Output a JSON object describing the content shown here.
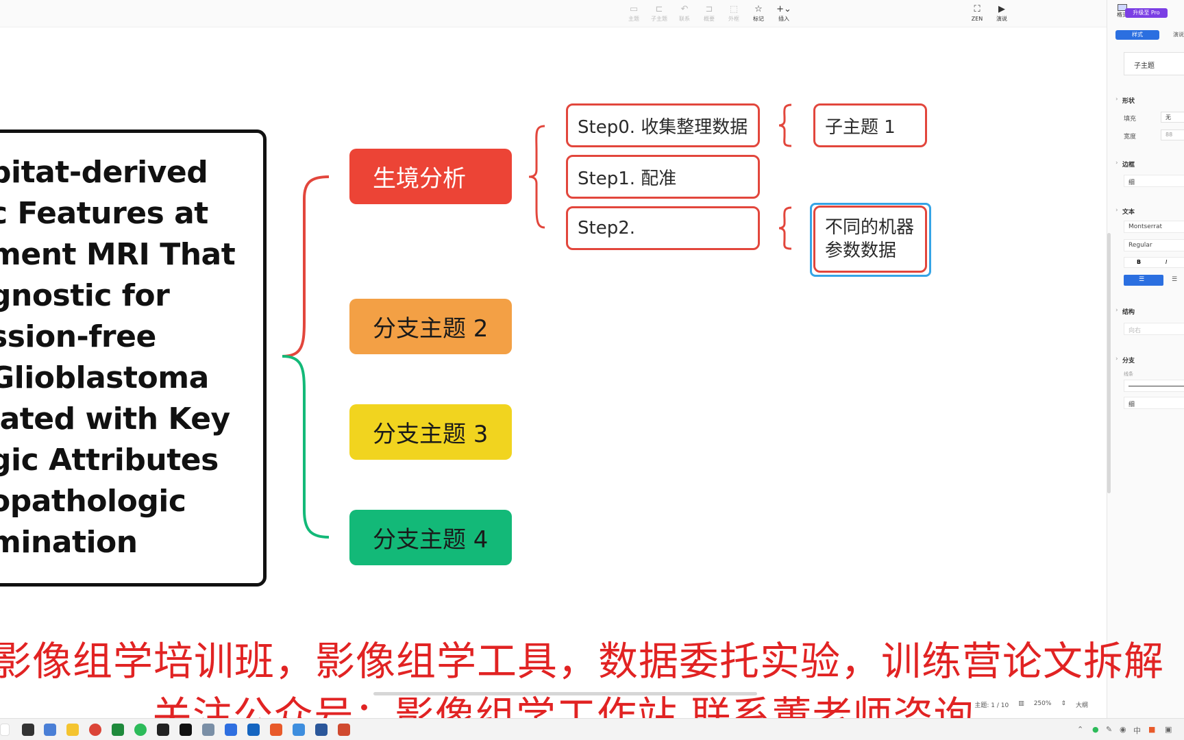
{
  "toolbar": {
    "items": [
      {
        "label": "主题",
        "icon": "topic-icon"
      },
      {
        "label": "子主题",
        "icon": "subtopic-icon"
      },
      {
        "label": "联系",
        "icon": "relation-icon"
      },
      {
        "label": "概要",
        "icon": "summary-icon"
      },
      {
        "label": "外框",
        "icon": "boundary-icon"
      },
      {
        "label": "标记",
        "icon": "star-icon"
      },
      {
        "label": "插入",
        "icon": "plus-icon"
      }
    ],
    "zen_label": "ZEN",
    "present_label": "演说",
    "format_label": "格式",
    "upgrade_label": "升级至 Pro"
  },
  "panel": {
    "tab_style": "样式",
    "tab_other": "演说",
    "topic_style": "子主题",
    "shape_section": "形状",
    "fill_label": "填充",
    "fill_value": "无",
    "width_label": "宽度",
    "width_value": "88",
    "border_section": "边框",
    "border_value": "细",
    "text_section": "文本",
    "font_value": "Montserrat",
    "weight_value": "Regular",
    "bold_label": "B",
    "italic_label": "I",
    "structure_section": "结构",
    "structure_value": "向右",
    "branch_section": "分支",
    "line_label": "线条",
    "line_value": "细"
  },
  "canvas": {
    "title_lines": [
      "bitat-derived",
      "c Features at",
      "ment MRI That",
      "gnostic for",
      "ssion-free",
      " Glioblastoma",
      "iated with Key",
      "gic Attributes",
      "opathologic",
      "mination"
    ],
    "branches": [
      {
        "label": "生境分析",
        "color": "#ec4436"
      },
      {
        "label": "分支主题 2",
        "color": "#f3a045"
      },
      {
        "label": "分支主题 3",
        "color": "#f1d41f"
      },
      {
        "label": "分支主题 4",
        "color": "#13b978"
      }
    ],
    "steps": [
      "Step0. 收集整理数据",
      "Step1. 配准",
      "Step2."
    ],
    "sub_topic_1": "子主题 1",
    "sub_topic_2": "不同的机器参数数据"
  },
  "captions": {
    "line1": "影像组学培训班，影像组学工具，数据委托实验，训练营论文拆解",
    "line2": "关注公众号：影像组学工作站 联系董老师咨询"
  },
  "status": {
    "topics": "主题: 1 / 10",
    "zoom": "250%",
    "outline": "大纲"
  }
}
